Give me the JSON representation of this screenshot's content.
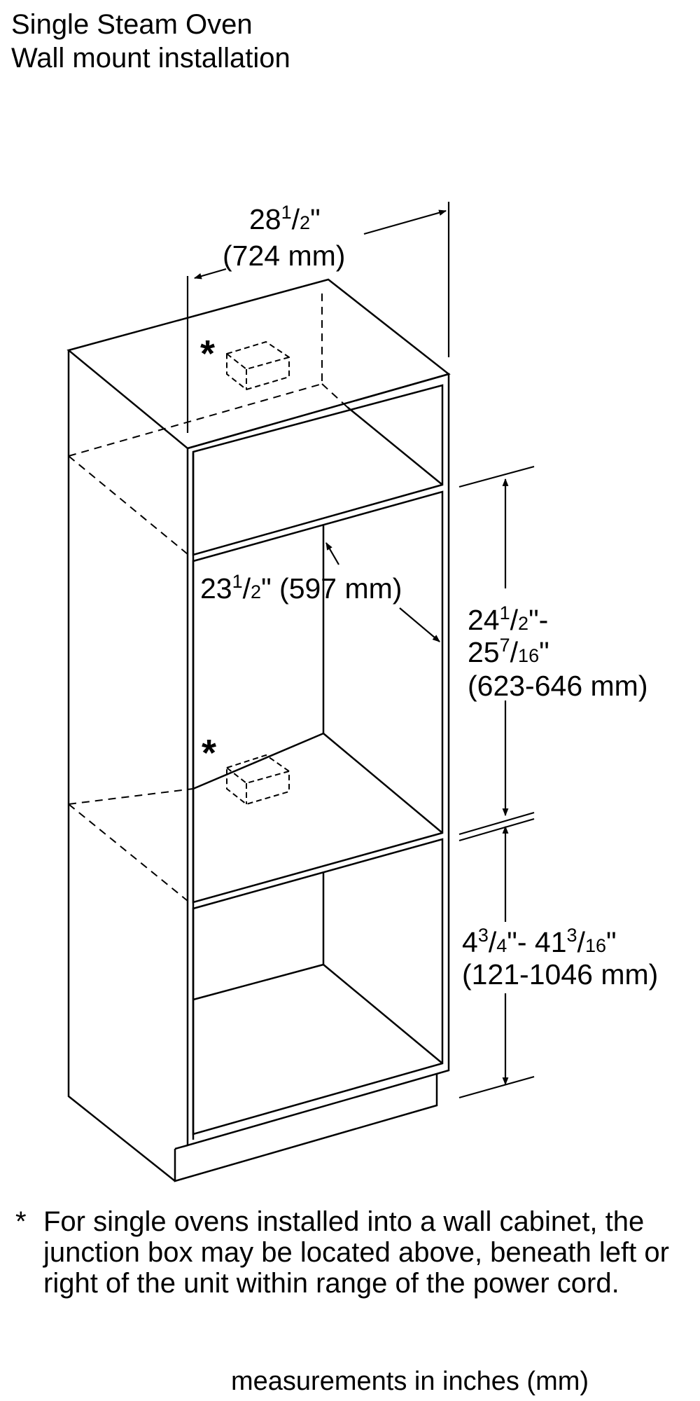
{
  "header": {
    "title_line1": "Single Steam Oven",
    "title_line2": "Wall mount installation"
  },
  "dimensions": {
    "width": {
      "whole": "28",
      "num": "1",
      "den": "2",
      "unit": "\"",
      "metric": "(724 mm)"
    },
    "opening_width": {
      "whole": "23",
      "num": "1",
      "den": "2",
      "unit": "\"",
      "metric": "(597 mm)"
    },
    "opening_height": {
      "line1_whole": "24",
      "line1_num": "1",
      "line1_den": "2",
      "line1_suffix": "\"-",
      "line2_whole": "25",
      "line2_num": "7",
      "line2_den": "16",
      "line2_suffix": "\"",
      "metric": "(623-646 mm)"
    },
    "floor_height": {
      "a_whole": "4",
      "a_num": "3",
      "a_den": "4",
      "a_suffix": "\"- ",
      "b_whole": "41",
      "b_num": "3",
      "b_den": "16",
      "b_suffix": "\"",
      "metric": "(121-1046 mm)"
    }
  },
  "markers": {
    "upper": "*",
    "lower": "*"
  },
  "icons": {
    "upper_junction_box": "junction-box-icon",
    "lower_junction_box": "junction-box-icon"
  },
  "note": {
    "marker": "*",
    "text": "For single ovens installed into a wall cabinet, the junction box may be located above, beneath left or right of the unit within range of the power cord."
  },
  "footer": {
    "units": "measurements in inches (mm)"
  }
}
